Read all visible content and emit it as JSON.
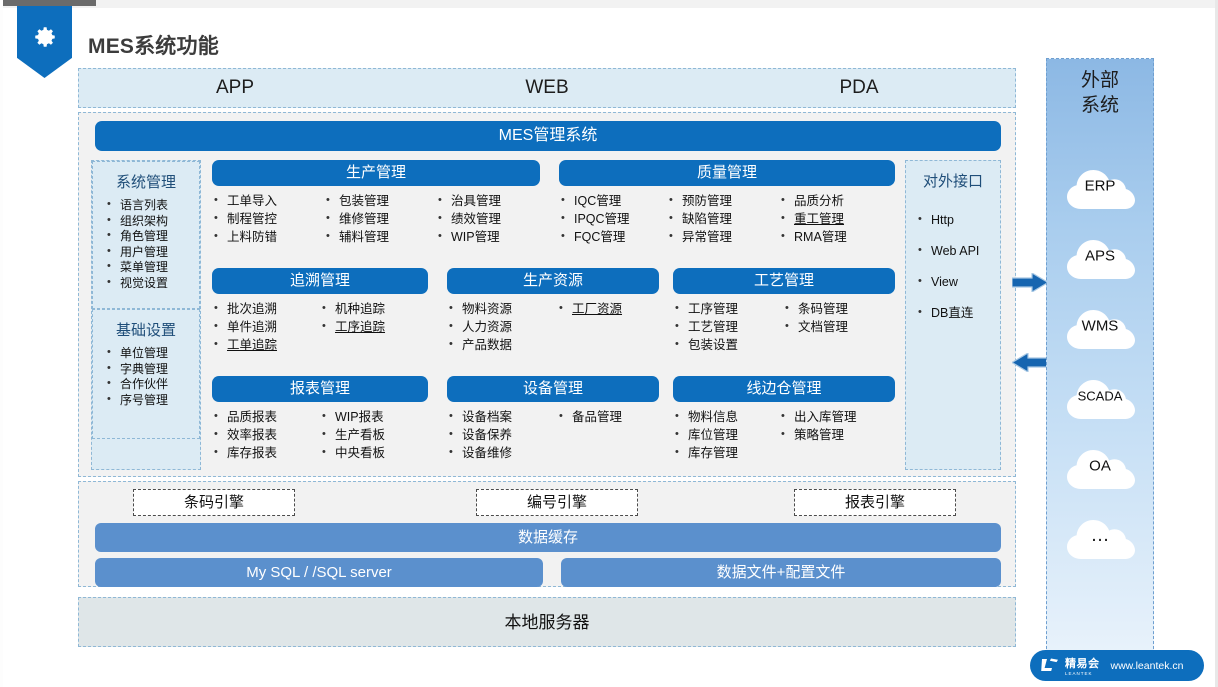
{
  "page_title": "MES系统功能",
  "accent_blue": "#0d6ebd",
  "cache_blue": "#5b90cd",
  "band_blue": "#dcebf4",
  "channels": [
    "APP",
    "WEB",
    "PDA"
  ],
  "mes_bar": "MES管理系统",
  "left_column": {
    "groups": [
      {
        "title": "系统管理",
        "items": [
          "语言列表",
          "组织架构",
          "角色管理",
          "用户管理",
          "菜单管理",
          "视觉设置"
        ]
      },
      {
        "title": "基础设置",
        "items": [
          "单位管理",
          "字典管理",
          "合作伙伴",
          "序号管理"
        ]
      }
    ]
  },
  "right_column": {
    "title": "对外接口",
    "items": [
      "Http",
      "Web API",
      "View",
      "DB直连"
    ]
  },
  "modules": [
    {
      "title": "生产管理",
      "columns": [
        [
          "工单导入",
          "制程管控",
          "上料防错"
        ],
        [
          "包装管理",
          "维修管理",
          "辅料管理"
        ],
        [
          "治具管理",
          "绩效管理",
          "WIP管理"
        ]
      ]
    },
    {
      "title": "质量管理",
      "columns": [
        [
          "IQC管理",
          "IPQC管理",
          "FQC管理"
        ],
        [
          "预防管理",
          "缺陷管理",
          "异常管理"
        ],
        [
          "品质分析",
          "重工管理",
          "RMA管理"
        ]
      ]
    },
    {
      "title": "追溯管理",
      "columns": [
        [
          "批次追溯",
          "单件追溯",
          "工单追踪"
        ],
        [
          "机种追踪",
          "工序追踪"
        ]
      ]
    },
    {
      "title": "生产资源",
      "columns": [
        [
          "物料资源",
          "人力资源",
          "产品数据"
        ],
        [
          "工厂资源"
        ]
      ]
    },
    {
      "title": "工艺管理",
      "columns": [
        [
          "工序管理",
          "工艺管理",
          "包装设置"
        ],
        [
          "条码管理",
          "文档管理"
        ]
      ]
    },
    {
      "title": "报表管理",
      "columns": [
        [
          "品质报表",
          "效率报表",
          "库存报表"
        ],
        [
          "WIP报表",
          "生产看板",
          "中央看板"
        ]
      ]
    },
    {
      "title": "设备管理",
      "columns": [
        [
          "设备档案",
          "设备保养",
          "设备维修"
        ],
        [
          "备品管理"
        ]
      ]
    },
    {
      "title": "线边仓管理",
      "columns": [
        [
          "物料信息",
          "库位管理",
          "库存管理"
        ],
        [
          "出入库管理",
          "策略管理"
        ]
      ]
    }
  ],
  "engines": [
    "条码引擎",
    "编号引擎",
    "报表引擎"
  ],
  "cache_label": "数据缓存",
  "databases": [
    "My SQL / /SQL server",
    "数据文件+配置文件"
  ],
  "server_label": "本地服务器",
  "external": {
    "title_line1": "外部",
    "title_line2": "系统",
    "clouds": [
      "ERP",
      "APS",
      "WMS",
      "SCADA",
      "OA",
      "…"
    ]
  },
  "logo": {
    "brand_cn": "精易会",
    "brand_en": "LEANTEK",
    "url": "www.leantek.cn"
  }
}
